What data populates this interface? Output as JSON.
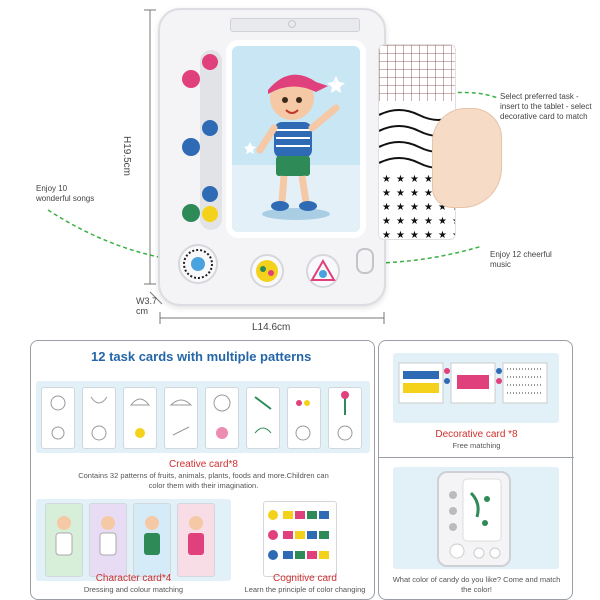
{
  "dimensions": {
    "height": "H19.5cm",
    "width": "L14.6cm",
    "depth": "W3.7 cm"
  },
  "callouts": {
    "songs": "Enjoy 10 wonderful songs",
    "music": "Enjoy 12 cheerful music",
    "task": "Select preferred task - insert to the tablet - select decorative card to match"
  },
  "task_panel": {
    "title": "12 task cards with multiple patterns",
    "creative_title": "Creative card*8",
    "creative_desc": "Contains 32 patterns of fruits, animals, plants, foods and more.Children can color them with their imagination.",
    "character_title": "Character card*4",
    "character_desc": "Dressing and colour matching",
    "cognitive_title": "Cognitive card",
    "cognitive_desc": "Learn the principle of color changing"
  },
  "decorative_panel": {
    "title": "Decorative card *8",
    "desc": "Free matching"
  },
  "question_panel": {
    "desc": "What color of candy do you like? Come and match the color!"
  },
  "colors": {
    "accent_blue": "#2466a8",
    "caption_red": "#d12f2f",
    "dash_green": "#3cb043",
    "pink": "#e0407c",
    "blue_dot": "#2f6bb5",
    "green_dot": "#2e8b57",
    "yellow_dot": "#f4d21c"
  }
}
